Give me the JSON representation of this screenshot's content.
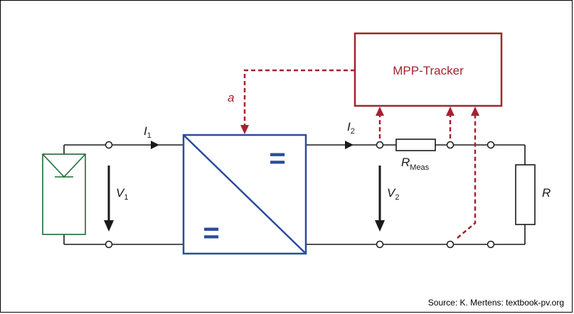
{
  "diagram": {
    "tracker_label": "MPP-Tracker",
    "control_label": "a",
    "current_in": {
      "main": "I",
      "sub": "1"
    },
    "current_out": {
      "main": "I",
      "sub": "2"
    },
    "voltage_in": {
      "main": "V",
      "sub": "1"
    },
    "voltage_out": {
      "main": "V",
      "sub": "2"
    },
    "shunt_label": {
      "main": "R",
      "sub": "Meas"
    },
    "load_label": "R",
    "converter_sign_in": "=",
    "converter_sign_out": "=",
    "colors": {
      "wire": "#1a1a1a",
      "tracker": "#a3232f",
      "converter": "#2b4c9b",
      "pv_module": "#1f6b36"
    }
  },
  "source": "Source: K. Mertens: textbook-pv.org"
}
